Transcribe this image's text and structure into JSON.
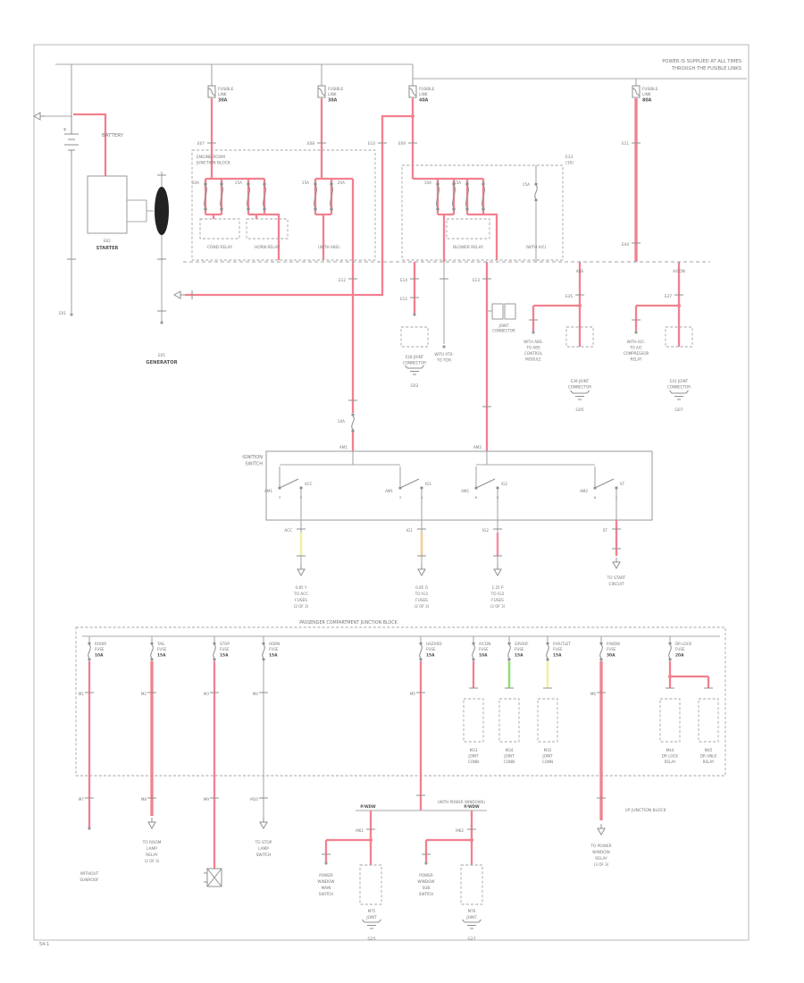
{
  "colors": {
    "gray": "#a8a8a8",
    "red": "#f2808e",
    "pink": "#f490a8",
    "yellow": "#f3efa5",
    "green": "#93dd7a",
    "orange": "#f5cd9c",
    "ink": "#787878",
    "ink_bold": "#525252"
  },
  "labels": [
    [
      830,
      70,
      "POWER IS SUPPLIED AT ALL TIMES",
      "e",
      0,
      5.2,
      "note-line-1"
    ],
    [
      830,
      78,
      "THROUGH THE FUSIBLE LINKS",
      "e",
      0,
      5.2,
      "note-line-2"
    ],
    [
      114,
      153,
      "BATTERY",
      "s",
      0,
      5.5,
      "battery-label"
    ],
    [
      70,
      147,
      "+",
      "s",
      0,
      6
    ],
    [
      120,
      271,
      "E02",
      "m",
      0,
      4.2
    ],
    [
      120,
      279,
      "STARTER",
      "m",
      1,
      5,
      "starter-label"
    ],
    [
      181,
      399,
      "E05",
      "m",
      0,
      4.2
    ],
    [
      181,
      407,
      "GENERATOR",
      "m",
      1,
      5.2,
      "generator-label"
    ],
    [
      74,
      352,
      "E01",
      "e",
      0,
      4.2
    ],
    [
      244,
      101,
      "FUSIBLE",
      "s",
      0,
      4.2
    ],
    [
      244,
      107,
      "LINK",
      "s",
      0,
      4.2
    ],
    [
      244,
      113.5,
      "30A",
      "s",
      1,
      4.8
    ],
    [
      367,
      101,
      "FUSIBLE",
      "s",
      0,
      4.2
    ],
    [
      367,
      107,
      "LINK",
      "s",
      0,
      4.2
    ],
    [
      367,
      113.5,
      "30A",
      "s",
      1,
      4.8
    ],
    [
      469,
      101,
      "FUSIBLE",
      "s",
      0,
      4.2
    ],
    [
      469,
      107,
      "LINK",
      "s",
      0,
      4.2
    ],
    [
      469,
      113.5,
      "40A",
      "s",
      1,
      4.8
    ],
    [
      719,
      101,
      "FUSIBLE",
      "s",
      0,
      4.2
    ],
    [
      719,
      107,
      "LINK",
      "s",
      0,
      4.2
    ],
    [
      719,
      113.5,
      "80A",
      "s",
      1,
      4.8
    ],
    [
      229,
      162,
      "E07",
      "e",
      0,
      4.2
    ],
    [
      352,
      162,
      "E08",
      "e",
      0,
      4.2
    ],
    [
      420,
      162,
      "E10",
      "e",
      0,
      4.2
    ],
    [
      454,
      162,
      "E09",
      "e",
      0,
      4.2
    ],
    [
      704,
      162,
      "E11",
      "e",
      0,
      4.2
    ],
    [
      704,
      275,
      "E44",
      "e",
      0,
      4.2
    ],
    [
      220,
      177,
      "ENGINE ROOM",
      "s",
      0,
      4.4,
      "engine-junction-block-label"
    ],
    [
      220,
      183.5,
      "JUNCTION BLOCK",
      "s",
      0,
      4.4
    ],
    [
      223,
      206,
      "10A",
      "e",
      0,
      4.2
    ],
    [
      271,
      206,
      "15A",
      "e",
      0,
      4.2
    ],
    [
      346,
      206,
      "15A",
      "e",
      0,
      4.2
    ],
    [
      386,
      206,
      "20A",
      "e",
      0,
      4.2
    ],
    [
      246,
      278,
      "COND RELAY",
      "m",
      0,
      4.4
    ],
    [
      299,
      278,
      "HORN RELAY",
      "m",
      0,
      4.4
    ],
    [
      368,
      278,
      "(WITH ABS)",
      "m",
      0,
      4.2
    ],
    [
      633,
      177,
      "E33",
      "s",
      0,
      4.4
    ],
    [
      633,
      183.5,
      "(10)",
      "s",
      0,
      4.4
    ],
    [
      483,
      206,
      "10A",
      "e",
      0,
      4.2
    ],
    [
      516,
      206,
      "15A",
      "e",
      0,
      4.2
    ],
    [
      593,
      208,
      "15A",
      "e",
      0,
      4.2
    ],
    [
      524,
      278,
      "BLOWER RELAY",
      "m",
      0,
      4.4
    ],
    [
      600,
      278,
      "(WITH A/C)",
      "m",
      0,
      4.2
    ],
    [
      387,
      315,
      "E12",
      "e",
      0,
      4.2
    ],
    [
      537,
      315,
      "E13",
      "e",
      0,
      4.2
    ],
    [
      456,
      315,
      "E14",
      "e",
      0,
      4.2
    ],
    [
      456,
      336,
      "E15",
      "e",
      0,
      4.2
    ],
    [
      386,
      473,
      "10A",
      "e",
      0,
      4.2
    ],
    [
      389,
      502,
      "AM1",
      "e",
      0,
      4.2
    ],
    [
      539,
      502,
      "AM2",
      "e",
      0,
      4.2
    ],
    [
      464,
      401,
      "E28 JOINT",
      "m",
      0,
      4.1
    ],
    [
      464,
      407.5,
      "CONNECTOR",
      "m",
      0,
      4.1
    ],
    [
      464,
      433,
      "G02",
      "m",
      0,
      4.4
    ],
    [
      497,
      398,
      "WITH ATX:",
      "m",
      0,
      4.1
    ],
    [
      497,
      404.5,
      "TO TCM",
      "m",
      0,
      4.1
    ],
    [
      564,
      366,
      "JOINT",
      "m",
      0,
      4
    ],
    [
      564,
      371.5,
      "CONNECTOR",
      "m",
      0,
      4
    ],
    [
      649,
      305,
      "ABS",
      "m",
      0,
      4.2
    ],
    [
      760,
      305,
      "A/CON",
      "m",
      0,
      4.2
    ],
    [
      641,
      333,
      "E35",
      "e",
      0,
      4.2
    ],
    [
      752,
      333,
      "E37",
      "e",
      0,
      4.2
    ],
    [
      597,
      384,
      "WITH ABS:",
      "m",
      0,
      4.1
    ],
    [
      597,
      390.5,
      "TO ABS",
      "m",
      0,
      4.1
    ],
    [
      597,
      397,
      "CONTROL",
      "m",
      0,
      4.1
    ],
    [
      597,
      403.5,
      "MODULE",
      "m",
      0,
      4.1
    ],
    [
      712,
      384,
      "WITH A/C:",
      "m",
      0,
      4.1
    ],
    [
      712,
      390.5,
      "TO A/C",
      "m",
      0,
      4.1
    ],
    [
      712,
      397,
      "COMPRESSOR",
      "m",
      0,
      4.1
    ],
    [
      712,
      403.5,
      "RELAY",
      "m",
      0,
      4.1
    ],
    [
      649,
      428,
      "E39 JOINT",
      "m",
      0,
      4.1
    ],
    [
      649,
      434.5,
      "CONNECTOR",
      "m",
      0,
      4.1
    ],
    [
      649,
      460,
      "G05",
      "m",
      0,
      4.4
    ],
    [
      760,
      428,
      "E41 JOINT",
      "m",
      0,
      4.1
    ],
    [
      760,
      434.5,
      "CONNECTOR",
      "m",
      0,
      4.1
    ],
    [
      760,
      460,
      "G07",
      "m",
      0,
      4.4
    ],
    [
      294,
      513,
      "IGNITION",
      "e",
      0,
      5,
      "ignition-switch-label"
    ],
    [
      294,
      520.5,
      "SWITCH",
      "e",
      0,
      5
    ],
    [
      305,
      551,
      "AM1",
      "e",
      0,
      4.1
    ],
    [
      341,
      543,
      "ACC",
      "s",
      0,
      4.1
    ],
    [
      313,
      558,
      "3",
      "m",
      0,
      3.8
    ],
    [
      337,
      558,
      "2",
      "m",
      0,
      3.8
    ],
    [
      440,
      551,
      "AM1",
      "e",
      0,
      4.1
    ],
    [
      476,
      543,
      "IG1",
      "s",
      0,
      4.1
    ],
    [
      448,
      558,
      "3",
      "m",
      0,
      3.8
    ],
    [
      472,
      558,
      "4",
      "m",
      0,
      3.8
    ],
    [
      525,
      551,
      "AM2",
      "e",
      0,
      4.1
    ],
    [
      561,
      543,
      "IG2",
      "s",
      0,
      4.1
    ],
    [
      533,
      558,
      "6",
      "m",
      0,
      3.8
    ],
    [
      557,
      558,
      "5",
      "m",
      0,
      3.8
    ],
    [
      658,
      551,
      "AM2",
      "e",
      0,
      4.1
    ],
    [
      694,
      543,
      "ST",
      "s",
      0,
      4.1
    ],
    [
      666,
      558,
      "6",
      "m",
      0,
      3.8
    ],
    [
      690,
      558,
      "1",
      "m",
      0,
      3.8
    ],
    [
      327,
      595,
      "ACC",
      "e",
      0,
      4.2
    ],
    [
      462,
      595,
      "IG1",
      "e",
      0,
      4.2
    ],
    [
      547,
      595,
      "IG2",
      "e",
      0,
      4.2
    ],
    [
      680,
      595,
      "ST",
      "e",
      0,
      4.2
    ],
    [
      337,
      659,
      "0.85 Y",
      "m",
      0,
      4.1
    ],
    [
      337,
      666,
      "TO ACC",
      "m",
      0,
      4.3
    ],
    [
      337,
      673,
      "FUSES",
      "m",
      0,
      4.3
    ],
    [
      337,
      680,
      "(2 OF 3)",
      "m",
      0,
      4.1
    ],
    [
      472,
      659,
      "0.85 O",
      "m",
      0,
      4.1
    ],
    [
      472,
      666,
      "TO IG1",
      "m",
      0,
      4.3
    ],
    [
      472,
      673,
      "FUSES",
      "m",
      0,
      4.3
    ],
    [
      472,
      680,
      "(2 OF 3)",
      "m",
      0,
      4.1
    ],
    [
      557,
      659,
      "1.25 P",
      "m",
      0,
      4.1
    ],
    [
      557,
      666,
      "TO IG2",
      "m",
      0,
      4.3
    ],
    [
      557,
      673,
      "FUSES",
      "m",
      0,
      4.3
    ],
    [
      557,
      680,
      "(3 OF 3)",
      "m",
      0,
      4.1
    ],
    [
      690,
      648,
      "TO START",
      "m",
      0,
      4.3
    ],
    [
      690,
      655,
      "CIRCUIT",
      "m",
      0,
      4.3
    ],
    [
      390,
      698,
      "PASSENGER COMPARTMENT JUNCTION BLOCK",
      "m",
      0,
      4.8,
      "passenger-junction-block-label"
    ],
    [
      106,
      722,
      "ROOM",
      "s",
      0,
      4.1
    ],
    [
      106,
      728,
      "FUSE",
      "s",
      0,
      4.1
    ],
    [
      106,
      734.5,
      "10A",
      "s",
      1,
      4.4
    ],
    [
      176,
      722,
      "TAIL",
      "s",
      0,
      4.1
    ],
    [
      176,
      728,
      "FUSE",
      "s",
      0,
      4.1
    ],
    [
      176,
      734.5,
      "15A",
      "s",
      1,
      4.4
    ],
    [
      246,
      722,
      "STOP",
      "s",
      0,
      4.1
    ],
    [
      246,
      728,
      "FUSE",
      "s",
      0,
      4.1
    ],
    [
      246,
      734.5,
      "15A",
      "s",
      1,
      4.4
    ],
    [
      301,
      722,
      "HORN",
      "s",
      0,
      4.1
    ],
    [
      301,
      728,
      "FUSE",
      "s",
      0,
      4.1
    ],
    [
      301,
      734.5,
      "15A",
      "s",
      1,
      4.4
    ],
    [
      477,
      722,
      "HAZARD",
      "s",
      0,
      4.1
    ],
    [
      477,
      728,
      "FUSE",
      "s",
      0,
      4.1
    ],
    [
      477,
      734.5,
      "15A",
      "s",
      1,
      4.4
    ],
    [
      536,
      722,
      "A/CON",
      "s",
      0,
      4.1
    ],
    [
      536,
      728,
      "FUSE",
      "s",
      0,
      4.1
    ],
    [
      536,
      734.5,
      "10A",
      "s",
      1,
      4.4
    ],
    [
      576,
      722,
      "S/ROOF",
      "s",
      0,
      4.1
    ],
    [
      576,
      728,
      "FUSE",
      "s",
      0,
      4.1
    ],
    [
      576,
      734.5,
      "15A",
      "s",
      1,
      4.4
    ],
    [
      619,
      722,
      "P/OUTLET",
      "s",
      0,
      4.1
    ],
    [
      619,
      728,
      "FUSE",
      "s",
      0,
      4.1
    ],
    [
      619,
      734.5,
      "15A",
      "s",
      1,
      4.4
    ],
    [
      679,
      722,
      "P/WDW",
      "s",
      0,
      4.1
    ],
    [
      679,
      728,
      "FUSE",
      "s",
      0,
      4.1
    ],
    [
      679,
      734.5,
      "30A",
      "s",
      1,
      4.4
    ],
    [
      756,
      722,
      "DR LOCK",
      "s",
      0,
      4.1
    ],
    [
      756,
      728,
      "FUSE",
      "s",
      0,
      4.1
    ],
    [
      756,
      734.5,
      "20A",
      "s",
      1,
      4.4
    ],
    [
      94,
      778,
      "M1",
      "e",
      0,
      4.1
    ],
    [
      164,
      778,
      "M2",
      "e",
      0,
      4.1
    ],
    [
      234,
      778,
      "M3",
      "e",
      0,
      4.1
    ],
    [
      289,
      778,
      "M4",
      "e",
      0,
      4.1
    ],
    [
      465,
      778,
      "M5",
      "e",
      0,
      4.1
    ],
    [
      667,
      778,
      "M6",
      "e",
      0,
      4.1
    ],
    [
      530,
      841,
      "M33",
      "m",
      0,
      4.1
    ],
    [
      530,
      847.5,
      "JOINT",
      "m",
      0,
      4.1
    ],
    [
      530,
      854,
      "CONN",
      "m",
      0,
      4.1
    ],
    [
      570,
      841,
      "M34",
      "m",
      0,
      4.1
    ],
    [
      570,
      847.5,
      "JOINT",
      "m",
      0,
      4.1
    ],
    [
      570,
      854,
      "CONN",
      "m",
      0,
      4.1
    ],
    [
      613,
      841,
      "M35",
      "m",
      0,
      4.1
    ],
    [
      613,
      847.5,
      "JOINT",
      "m",
      0,
      4.1
    ],
    [
      613,
      854,
      "CONN",
      "m",
      0,
      4.1
    ],
    [
      750,
      841,
      "M44",
      "m",
      0,
      4.1
    ],
    [
      750,
      847.5,
      "DR LOCK",
      "m",
      0,
      4.1
    ],
    [
      750,
      854,
      "RELAY",
      "m",
      0,
      4.1
    ],
    [
      793,
      841,
      "M45",
      "m",
      0,
      4.1
    ],
    [
      793,
      847.5,
      "DR UNLK",
      "m",
      0,
      4.1
    ],
    [
      793,
      854,
      "RELAY",
      "m",
      0,
      4.1
    ],
    [
      94,
      896,
      "M7",
      "e",
      0,
      4.1
    ],
    [
      164,
      896,
      "M8",
      "e",
      0,
      4.1
    ],
    [
      234,
      896,
      "M9",
      "e",
      0,
      4.1
    ],
    [
      289,
      896,
      "M10",
      "e",
      0,
      4.1
    ],
    [
      100,
      979,
      "WITHOUT",
      "m",
      0,
      4.3
    ],
    [
      100,
      986,
      "SUNROOF",
      "m",
      0,
      4.3
    ],
    [
      170,
      944,
      "TO ROOM",
      "m",
      0,
      4.3
    ],
    [
      170,
      951,
      "LAMP",
      "m",
      0,
      4.3
    ],
    [
      170,
      958,
      "RELAY",
      "m",
      0,
      4.3
    ],
    [
      170,
      965,
      "(2 OF 3)",
      "m",
      0,
      4.1
    ],
    [
      295,
      944,
      "TO STOP",
      "m",
      0,
      4.3
    ],
    [
      295,
      951,
      "LAMP",
      "m",
      0,
      4.3
    ],
    [
      295,
      958,
      "SWITCH",
      "m",
      0,
      4.3
    ],
    [
      700,
      908,
      "I/P JUNCTION BLOCK",
      "s",
      0,
      4.5
    ],
    [
      673,
      948,
      "TO POWER",
      "m",
      0,
      4.3
    ],
    [
      673,
      955,
      "WINDOW",
      "m",
      0,
      4.3
    ],
    [
      673,
      962,
      "RELAY",
      "m",
      0,
      4.3
    ],
    [
      673,
      969,
      "(3 OF 3)",
      "m",
      0,
      4.1
    ],
    [
      543,
      899,
      "(WITH POWER WINDOWS)",
      "e",
      0,
      4.1
    ],
    [
      412,
      904,
      "P/WDW",
      "m",
      1,
      4.2
    ],
    [
      528,
      904,
      "P/WDW",
      "m",
      1,
      4.2
    ],
    [
      407,
      931,
      "M61",
      "e",
      0,
      4.1
    ],
    [
      519,
      931,
      "M62",
      "e",
      0,
      4.1
    ],
    [
      365,
      981,
      "POWER",
      "m",
      0,
      4.2
    ],
    [
      365,
      988,
      "WINDOW",
      "m",
      0,
      4.2
    ],
    [
      365,
      995,
      "MAIN",
      "m",
      0,
      4.2
    ],
    [
      365,
      1002,
      "SWITCH",
      "m",
      0,
      4.2
    ],
    [
      477,
      981,
      "POWER",
      "m",
      0,
      4.2
    ],
    [
      477,
      988,
      "WINDOW",
      "m",
      0,
      4.2
    ],
    [
      477,
      995,
      "SUB",
      "m",
      0,
      4.2
    ],
    [
      477,
      1002,
      "SWITCH",
      "m",
      0,
      4.2
    ],
    [
      416,
      1021,
      "M75",
      "m",
      0,
      4.1
    ],
    [
      416,
      1028,
      "JOINT",
      "m",
      0,
      4.1
    ],
    [
      416,
      1052,
      "G25",
      "m",
      0,
      4.4
    ],
    [
      528,
      1021,
      "M76",
      "m",
      0,
      4.1
    ],
    [
      528,
      1028,
      "JOINT",
      "m",
      0,
      4.1
    ],
    [
      528,
      1052,
      "G27",
      "m",
      0,
      4.4
    ],
    [
      44,
      1058,
      "54-1",
      "s",
      0,
      5,
      "page-number"
    ]
  ]
}
